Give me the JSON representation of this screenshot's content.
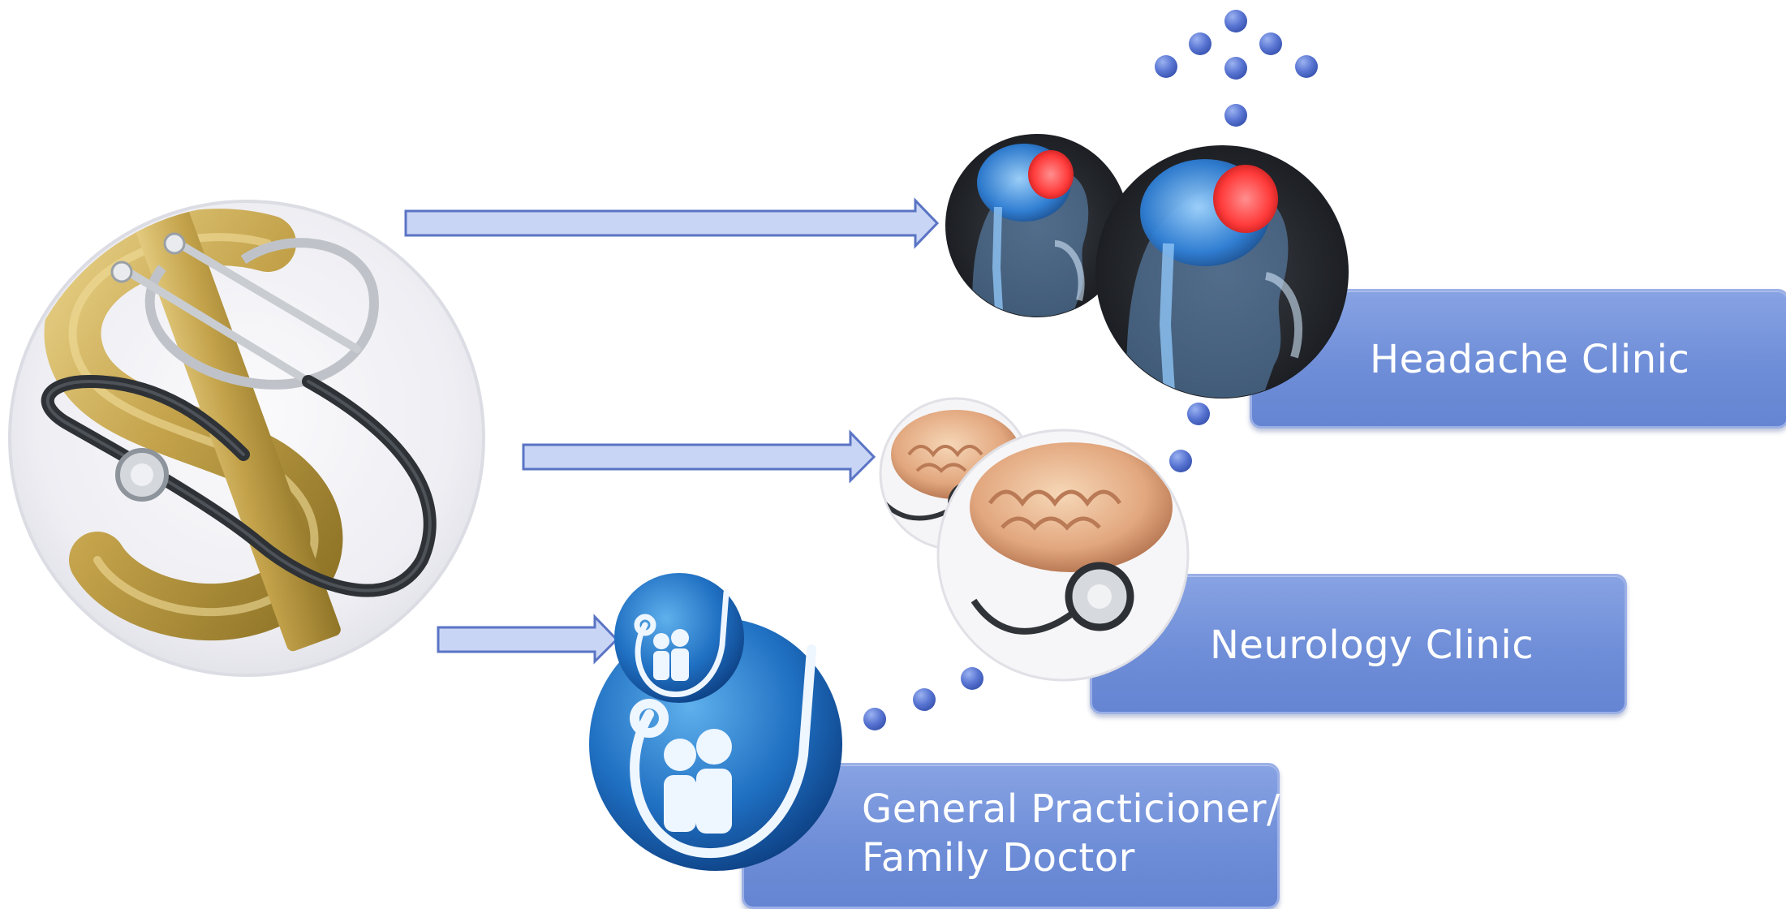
{
  "labels": {
    "headache": "Headache Clinic",
    "neurology": "Neurology Clinic",
    "gp_line1": "General Practicioner/",
    "gp_line2": "Family Doctor"
  },
  "colors": {
    "box_fill": "#6f8ed8",
    "arrow_fill": "#c9d5f5",
    "arrow_stroke": "#5a74c4",
    "dot": "#5470cf",
    "brain_glow": "#2f7fd6",
    "brain_hot": "#ff3b3b",
    "family_blue": "#1f6fc2",
    "dollar_gold": "#c6a64e"
  },
  "icons": [
    "dollar-stethoscope-icon",
    "headache-head-icon",
    "brain-stethoscope-icon",
    "family-doctor-icon"
  ]
}
